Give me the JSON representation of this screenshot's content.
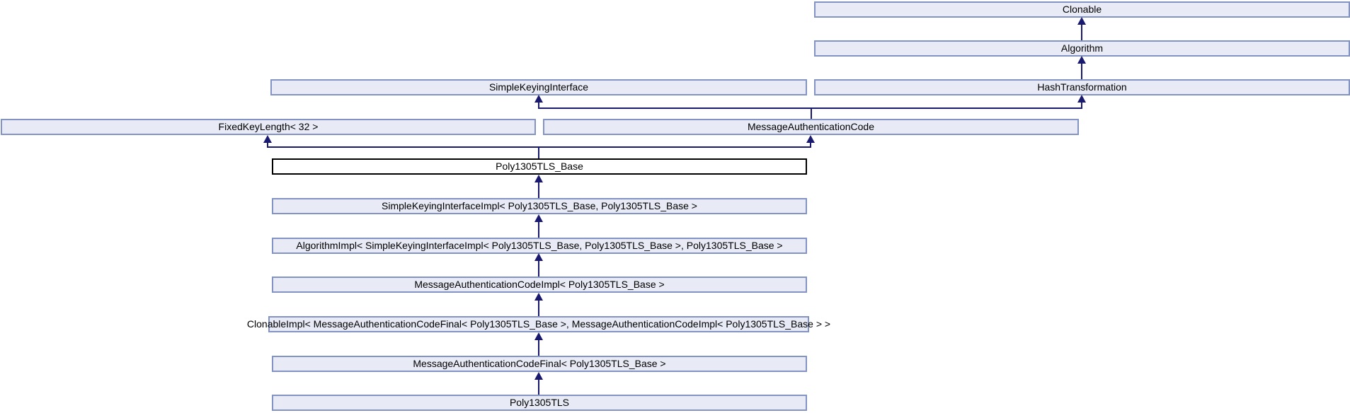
{
  "diagram": {
    "type": "class-inheritance-graph",
    "highlighted_node": "Poly1305TLS_Base",
    "colors": {
      "node_fill": "#e8ebf6",
      "node_border": "#8393c3",
      "highlight_fill": "#ffffff",
      "highlight_border": "#000000",
      "arrow": "#191970",
      "text": "#000000",
      "background": "#ffffff"
    },
    "nodes": {
      "clonable": {
        "label": "Clonable"
      },
      "algorithm": {
        "label": "Algorithm"
      },
      "ski": {
        "label": "SimpleKeyingInterface"
      },
      "hash": {
        "label": "HashTransformation"
      },
      "fkl": {
        "label": "FixedKeyLength< 32 >"
      },
      "mac": {
        "label": "MessageAuthenticationCode"
      },
      "base": {
        "label": "Poly1305TLS_Base"
      },
      "ski_impl": {
        "label": "SimpleKeyingInterfaceImpl< Poly1305TLS_Base, Poly1305TLS_Base >"
      },
      "algorithm_impl": {
        "label": "AlgorithmImpl< SimpleKeyingInterfaceImpl< Poly1305TLS_Base, Poly1305TLS_Base >, Poly1305TLS_Base >"
      },
      "mac_impl": {
        "label": "MessageAuthenticationCodeImpl< Poly1305TLS_Base >"
      },
      "clonable_impl": {
        "label": "ClonableImpl< MessageAuthenticationCodeFinal< Poly1305TLS_Base >, MessageAuthenticationCodeImpl< Poly1305TLS_Base > >"
      },
      "mac_final": {
        "label": "MessageAuthenticationCodeFinal< Poly1305TLS_Base >"
      },
      "poly1305tls": {
        "label": "Poly1305TLS"
      }
    },
    "edges": [
      {
        "from": "Algorithm",
        "to": "Clonable"
      },
      {
        "from": "HashTransformation",
        "to": "Algorithm"
      },
      {
        "from": "MessageAuthenticationCode",
        "to": "SimpleKeyingInterface"
      },
      {
        "from": "MessageAuthenticationCode",
        "to": "HashTransformation"
      },
      {
        "from": "Poly1305TLS_Base",
        "to": "FixedKeyLength< 32 >"
      },
      {
        "from": "Poly1305TLS_Base",
        "to": "MessageAuthenticationCode"
      },
      {
        "from": "SimpleKeyingInterfaceImpl< Poly1305TLS_Base, Poly1305TLS_Base >",
        "to": "Poly1305TLS_Base"
      },
      {
        "from": "AlgorithmImpl< SimpleKeyingInterfaceImpl< Poly1305TLS_Base, Poly1305TLS_Base >, Poly1305TLS_Base >",
        "to": "SimpleKeyingInterfaceImpl< Poly1305TLS_Base, Poly1305TLS_Base >"
      },
      {
        "from": "MessageAuthenticationCodeImpl< Poly1305TLS_Base >",
        "to": "AlgorithmImpl< SimpleKeyingInterfaceImpl< Poly1305TLS_Base, Poly1305TLS_Base >, Poly1305TLS_Base >"
      },
      {
        "from": "ClonableImpl< MessageAuthenticationCodeFinal< Poly1305TLS_Base >, MessageAuthenticationCodeImpl< Poly1305TLS_Base > >",
        "to": "MessageAuthenticationCodeImpl< Poly1305TLS_Base >"
      },
      {
        "from": "MessageAuthenticationCodeFinal< Poly1305TLS_Base >",
        "to": "ClonableImpl< MessageAuthenticationCodeFinal< Poly1305TLS_Base >, MessageAuthenticationCodeImpl< Poly1305TLS_Base > >"
      },
      {
        "from": "Poly1305TLS",
        "to": "MessageAuthenticationCodeFinal< Poly1305TLS_Base >"
      }
    ]
  }
}
